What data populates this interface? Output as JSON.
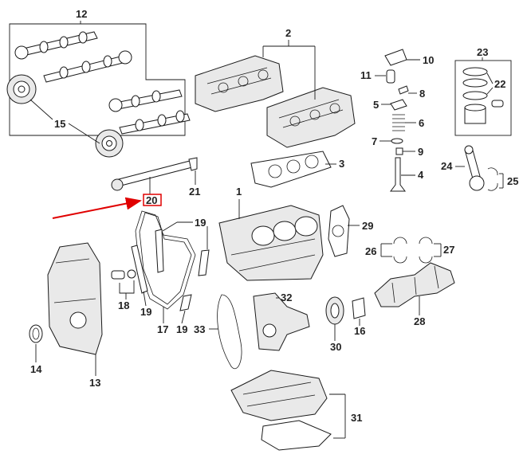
{
  "colors": {
    "line": "#1a1a1a",
    "highlight": "#e00000",
    "background": "#ffffff"
  },
  "callouts": {
    "c1": "1",
    "c2": "2",
    "c3": "3",
    "c4": "4",
    "c5": "5",
    "c6": "6",
    "c7": "7",
    "c8": "8",
    "c9": "9",
    "c10": "10",
    "c11": "11",
    "c12": "12",
    "c13": "13",
    "c14": "14",
    "c15": "15",
    "c16": "16",
    "c17": "17",
    "c18": "18",
    "c19a": "19",
    "c19b": "19",
    "c19c": "19",
    "c20": "20",
    "c21": "21",
    "c22": "22",
    "c23": "23",
    "c24": "24",
    "c25": "25",
    "c26": "26",
    "c27": "27",
    "c28": "28",
    "c29": "29",
    "c30": "30",
    "c31": "31",
    "c32": "32",
    "c33": "33"
  },
  "highlighted_callout": "20"
}
